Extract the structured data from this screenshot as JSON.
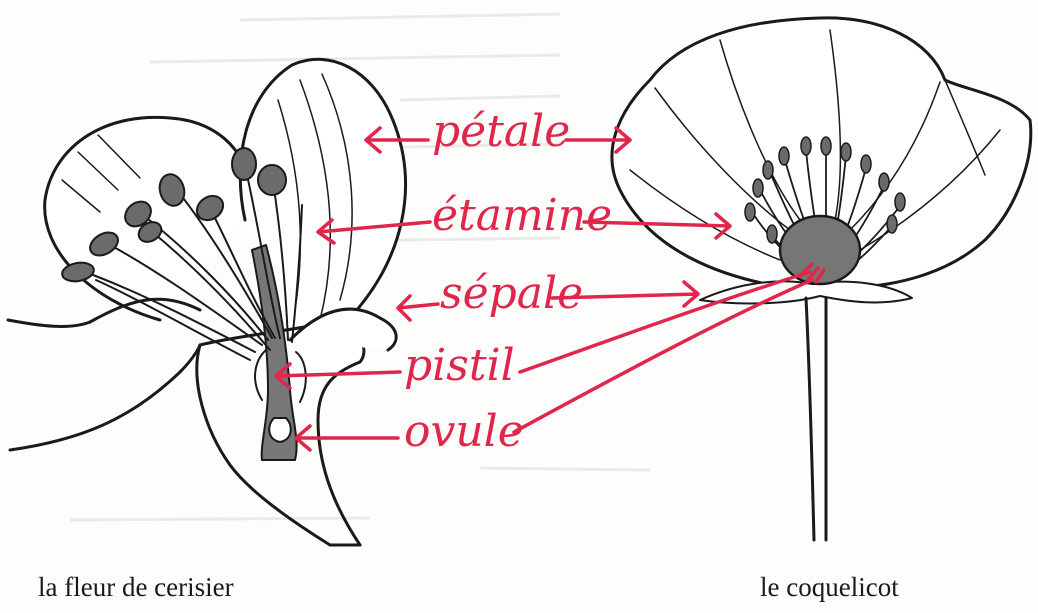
{
  "labels": {
    "petale": "pétale",
    "etamine": "étamine",
    "sepale": "sépale",
    "pistil": "pistil",
    "ovule": "ovule"
  },
  "captions": {
    "cherry": "la fleur de cerisier",
    "poppy": "le coquelicot"
  },
  "colors": {
    "label": "#e0264b",
    "ink": "#1a1a1a",
    "shade": "#6b6b6b",
    "page": "#fdfdfb"
  }
}
